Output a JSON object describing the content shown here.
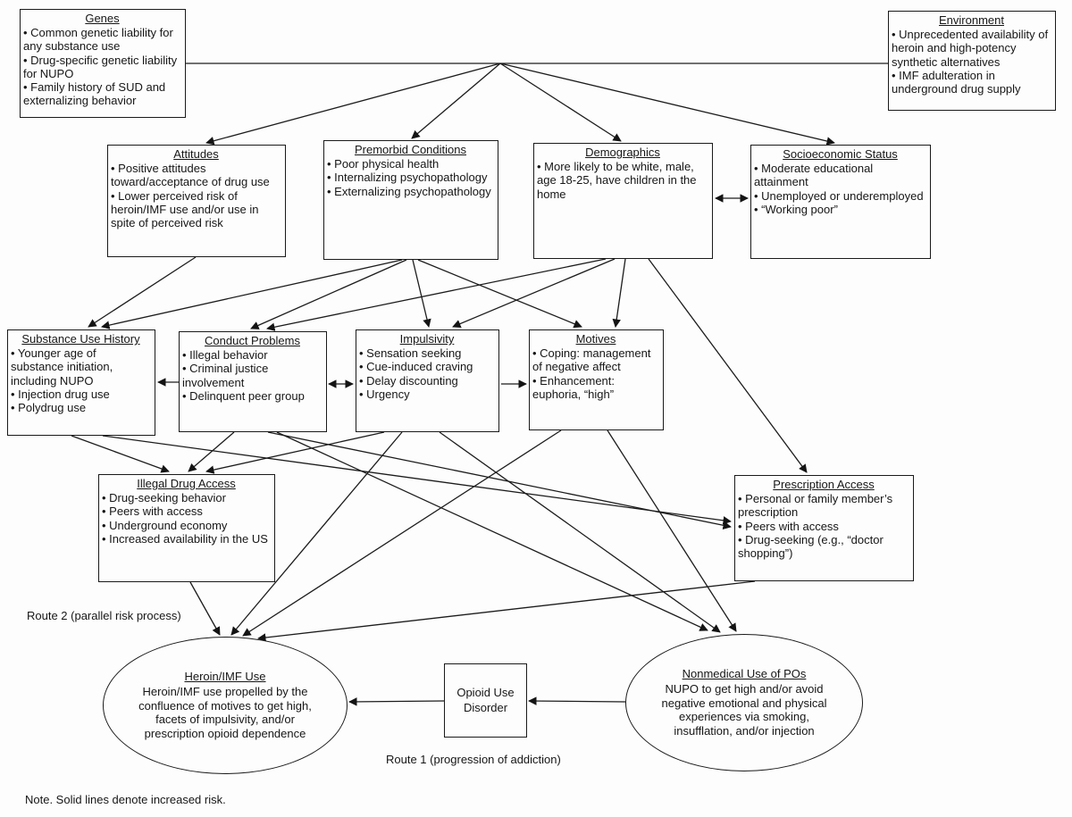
{
  "colors": {
    "line": "#1c1c1c",
    "background": "#fdfdfd"
  },
  "note": "Note. Solid lines denote increased risk.",
  "labels": {
    "route1": "Route 1 (progression of addiction)",
    "route2": "Route 2 (parallel risk process)"
  },
  "nodes": {
    "genes": {
      "title": "Genes",
      "bullets": [
        "• Common genetic liability for any substance use",
        "• Drug-specific genetic liability for NUPO",
        "• Family history of SUD and externalizing behavior"
      ]
    },
    "environment": {
      "title": "Environment",
      "bullets": [
        "• Unprecedented availability of heroin and high-potency synthetic alternatives",
        "• IMF adulteration in underground drug supply"
      ]
    },
    "attitudes": {
      "title": "Attitudes",
      "bullets": [
        "• Positive attitudes toward/acceptance of drug use",
        "• Lower perceived risk of heroin/IMF use and/or use in spite of perceived risk"
      ]
    },
    "premorbid": {
      "title": "Premorbid Conditions",
      "bullets": [
        "• Poor physical health",
        "• Internalizing psychopathology",
        "• Externalizing psychopathology"
      ]
    },
    "demographics": {
      "title": "Demographics",
      "bullets": [
        "• More likely to be white, male, age 18-25, have children in the home"
      ]
    },
    "socioeconomic": {
      "title": "Socioeconomic Status",
      "bullets": [
        "• Moderate educational attainment",
        "• Unemployed or underemployed",
        "• “Working poor”"
      ]
    },
    "substance_use_history": {
      "title": "Substance Use History",
      "bullets": [
        "• Younger age of substance initiation, including NUPO",
        "• Injection drug use",
        "• Polydrug use"
      ]
    },
    "conduct_problems": {
      "title": "Conduct Problems",
      "bullets": [
        "• Illegal behavior",
        "• Criminal justice involvement",
        "• Delinquent peer group"
      ]
    },
    "impulsivity": {
      "title": "Impulsivity",
      "bullets": [
        "• Sensation seeking",
        "• Cue-induced craving",
        "• Delay discounting",
        "• Urgency"
      ]
    },
    "motives": {
      "title": "Motives",
      "bullets": [
        "• Coping: management of negative affect",
        "• Enhancement: euphoria, “high”"
      ]
    },
    "illegal_drug_access": {
      "title": "Illegal Drug Access",
      "bullets": [
        "• Drug-seeking behavior",
        "• Peers with access",
        "• Underground economy",
        "• Increased availability in the US"
      ]
    },
    "prescription_access": {
      "title": "Prescription Access",
      "bullets": [
        "• Personal or family member’s prescription",
        "• Peers with access",
        "• Drug-seeking (e.g., “doctor shopping”)"
      ]
    },
    "heroin_imf_use": {
      "title": "Heroin/IMF Use",
      "body": "Heroin/IMF use propelled by the confluence of motives to get high, facets of impulsivity, and/or prescription opioid dependence"
    },
    "opioid_use_disorder": {
      "title": "Opioid Use Disorder"
    },
    "nonmedical_use_pos": {
      "title": "Nonmedical Use of POs",
      "body": "NUPO to get high and/or avoid negative emotional and physical experiences via smoking, insufflation, and/or injection"
    }
  }
}
